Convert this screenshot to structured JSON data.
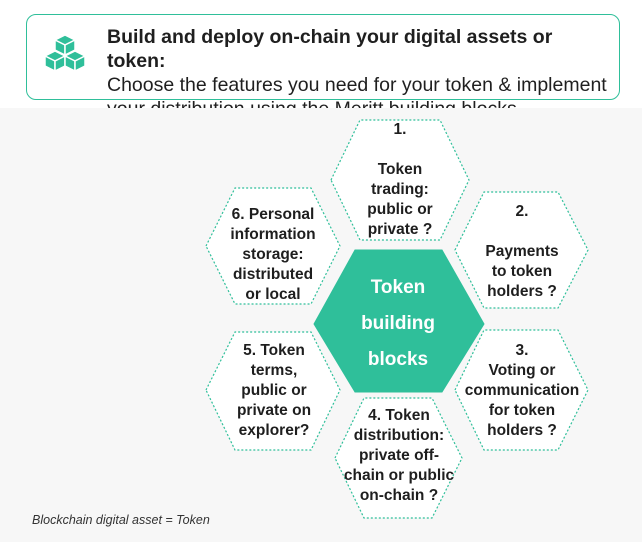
{
  "header": {
    "title": "Build and deploy on-chain your digital assets or token:",
    "description": "Choose the features you need for your token & implement your distribution using the Meritt building blocks",
    "icon": "blocks-icon"
  },
  "center": {
    "label": "Token\nbuilding\nblocks"
  },
  "blocks": [
    {
      "number": "1.",
      "label": "1.\n\nToken\ntrading:\npublic or\nprivate ?"
    },
    {
      "number": "2.",
      "label": "2.\n\nPayments\nto token\nholders ?"
    },
    {
      "number": "3.",
      "label": "3.\nVoting or\ncommunication\nfor token\nholders ?"
    },
    {
      "number": "4.",
      "label": "4. Token\ndistribution:\nprivate off-\nchain or public\non-chain ?"
    },
    {
      "number": "5.",
      "label": "5. Token\nterms,\npublic or\nprivate on\nexplorer?"
    },
    {
      "number": "6.",
      "label": "6. Personal\ninformation\nstorage:\ndistributed\nor local"
    }
  ],
  "footnote": "Blockchain digital asset = Token",
  "colors": {
    "accent": "#2fbf9a",
    "center_fill": "#2fbf9a",
    "outline": "#2fbf9a"
  }
}
